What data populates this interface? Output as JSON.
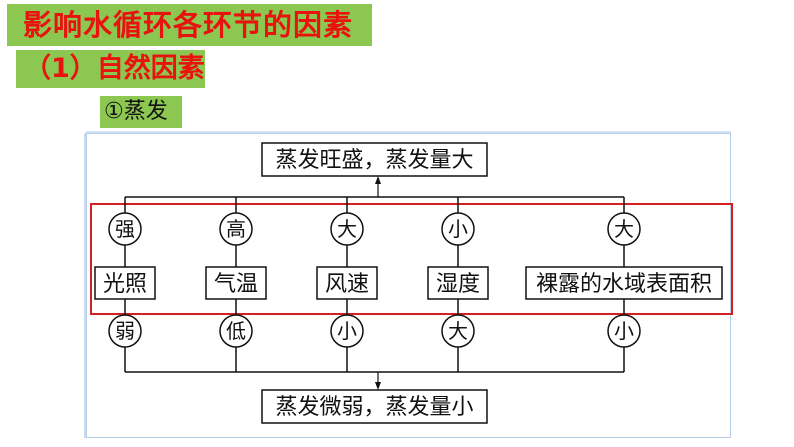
{
  "header": {
    "title": "影响水循环各环节的因素",
    "subtitle": "（1）自然因素",
    "section": "①蒸发"
  },
  "colors": {
    "banner_green": "#8cc751",
    "title_red": "#e8130f",
    "highlight_red": "#d42020",
    "frame_blue": "#b8cfe8"
  },
  "diagram": {
    "top_result": "蒸发旺盛，蒸发量大",
    "bottom_result": "蒸发微弱，蒸发量小",
    "factors": [
      {
        "name": "光照",
        "high": "强",
        "low": "弱"
      },
      {
        "name": "气温",
        "high": "高",
        "low": "低"
      },
      {
        "name": "风速",
        "high": "大",
        "low": "小"
      },
      {
        "name": "湿度",
        "high": "小",
        "low": "大"
      },
      {
        "name": "裸露的水域表面积",
        "high": "大",
        "low": "小"
      }
    ]
  }
}
